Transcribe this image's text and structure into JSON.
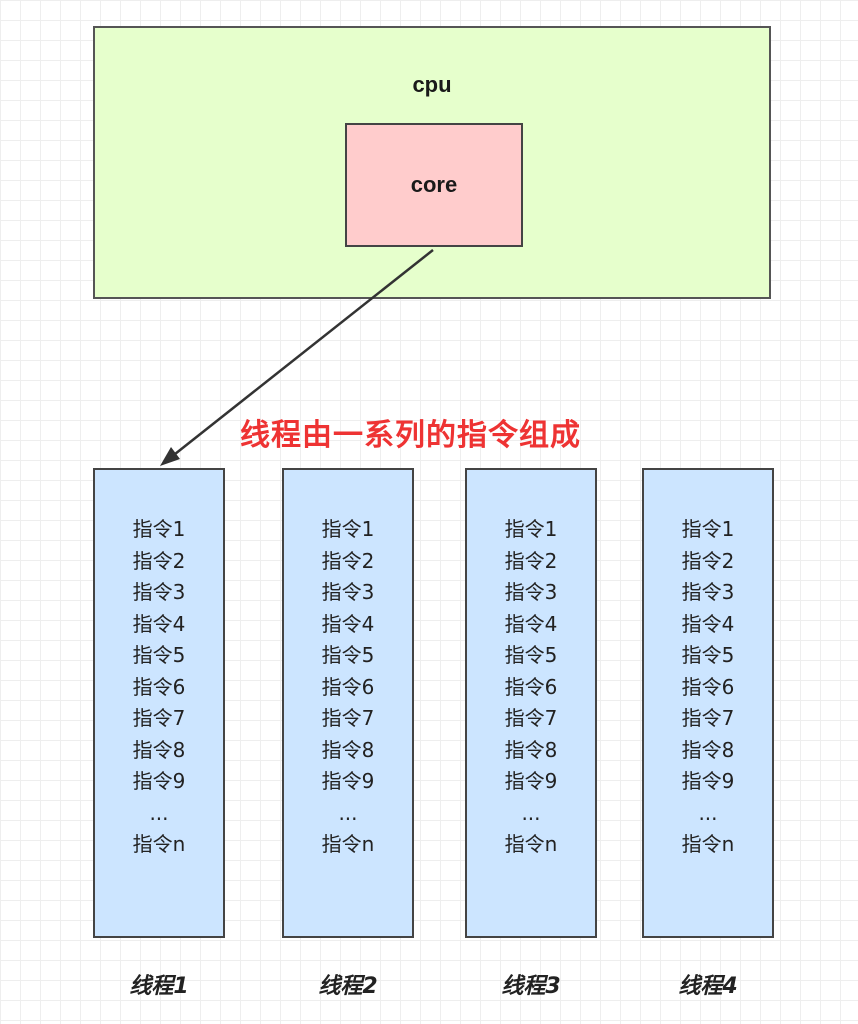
{
  "diagram": {
    "cpu": {
      "label": "cpu",
      "fill": "#e6ffcc"
    },
    "core": {
      "label": "core",
      "fill": "#ffcccc"
    },
    "caption": {
      "text": "线程由一系列的指令组成",
      "color": "#ee3333"
    },
    "thread_fill": "#cce5ff",
    "threads": [
      {
        "label": "线程1",
        "instructions": [
          "指令1",
          "指令2",
          "指令3",
          "指令4",
          "指令5",
          "指令6",
          "指令7",
          "指令8",
          "指令9",
          "...",
          "指令n"
        ]
      },
      {
        "label": "线程2",
        "instructions": [
          "指令1",
          "指令2",
          "指令3",
          "指令4",
          "指令5",
          "指令6",
          "指令7",
          "指令8",
          "指令9",
          "...",
          "指令n"
        ]
      },
      {
        "label": "线程3",
        "instructions": [
          "指令1",
          "指令2",
          "指令3",
          "指令4",
          "指令5",
          "指令6",
          "指令7",
          "指令8",
          "指令9",
          "...",
          "指令n"
        ]
      },
      {
        "label": "线程4",
        "instructions": [
          "指令1",
          "指令2",
          "指令3",
          "指令4",
          "指令5",
          "指令6",
          "指令7",
          "指令8",
          "指令9",
          "...",
          "指令n"
        ]
      }
    ]
  }
}
